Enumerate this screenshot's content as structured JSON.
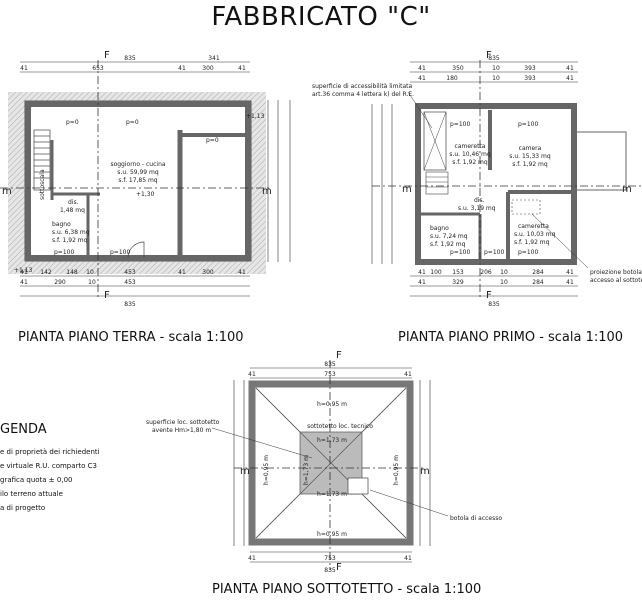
{
  "title": "FABBRICATO \"C\"",
  "plans": {
    "ground": {
      "caption": "PIANTA PIANO TERRA - scala 1:100",
      "dims_top_total": "835",
      "dims_top": [
        "41",
        "653",
        "41",
        "300",
        "41"
      ],
      "dims_top_outer": "341",
      "dims_bottom": [
        "41",
        "142",
        "148",
        "10",
        "453",
        "41",
        "300",
        "41"
      ],
      "dims_bottom_2": [
        "41",
        "290",
        "10",
        "453"
      ],
      "dims_bottom_total": "835",
      "rooms": [
        {
          "name": "soggiorno - cucina",
          "su": "s.u. 59,99 mq",
          "sf": "s.f. 17,85 mq"
        },
        {
          "name": "dis.",
          "su": "1,48 mq"
        },
        {
          "name": "bagno",
          "su": "s.u. 6,38 mq",
          "sf": "s.f. 1,92 mq"
        },
        {
          "name": "sottoscala"
        }
      ],
      "window_labels": [
        "p=0",
        "p=0",
        "p=0",
        "p=100",
        "p=100"
      ],
      "levels": [
        "+1,13",
        "+1,30",
        "+1,13"
      ],
      "section_marks": [
        "F",
        "F",
        "m",
        "m"
      ]
    },
    "first": {
      "caption": "PIANTA PIANO PRIMO - scala 1:100",
      "dims_top_total": "835",
      "dims_top": [
        "41",
        "350",
        "10",
        "393",
        "41"
      ],
      "dims_top_2": [
        "41",
        "180",
        "10",
        "393",
        "41"
      ],
      "dims_bottom": [
        "41",
        "100",
        "153",
        "206",
        "10",
        "284",
        "41"
      ],
      "dims_bottom_2": [
        "41",
        "329",
        "10",
        "284",
        "41"
      ],
      "dims_bottom_total": "835",
      "rooms": [
        {
          "name": "cameretta",
          "su": "s.u. 10,46 mq",
          "sf": "s.f. 1,92 mq"
        },
        {
          "name": "camera",
          "su": "s.u. 15,33 mq",
          "sf": "s.f. 1,92 mq"
        },
        {
          "name": "dis.",
          "su": "s.u. 3,19 mq"
        },
        {
          "name": "bagno",
          "su": "s.u. 7,24 mq",
          "sf": "s.f. 1,92 mq"
        },
        {
          "name": "cameretta",
          "su": "s.u. 10,03 mq",
          "sf": "s.f. 1,92 mq"
        }
      ],
      "notes": [
        "superficie di accessibilità limitata",
        "art.36 comma 4 lettera k) del R.E.",
        "proiezione botola",
        "accesso al sottotetto"
      ],
      "window_labels": [
        "p=100",
        "p=100",
        "p=100",
        "p=100",
        "p=100"
      ],
      "section_marks": [
        "F",
        "F",
        "m",
        "m"
      ]
    },
    "attic": {
      "caption": "PIANTA PIANO SOTTOTETTO - scala 1:100",
      "dims_top": [
        "41",
        "753",
        "41"
      ],
      "dims_top_total": "835",
      "dims_bottom": [
        "41",
        "753",
        "41"
      ],
      "dims_bottom_total": "835",
      "room": "sottotetto loc. tecnico",
      "heights": [
        "h=0,95 m",
        "h=1,73 m",
        "h=0,95 m",
        "h=1,73 m",
        "h=0,95 m",
        "h=0,95 m",
        "h=1,73 m"
      ],
      "notes": [
        "superficie loc. sottotetto",
        "avente Hm>1,80 m",
        "botola di accesso"
      ],
      "section_marks": [
        "F",
        "F",
        "m",
        "m"
      ]
    }
  },
  "legend": {
    "title": "GENDA",
    "items": [
      "e di proprietà dei richiedenti",
      "e virtuale R.U. comparto C3",
      "grafica quota ± 0,00",
      "ilo terreno attuale",
      "a di progetto"
    ]
  }
}
